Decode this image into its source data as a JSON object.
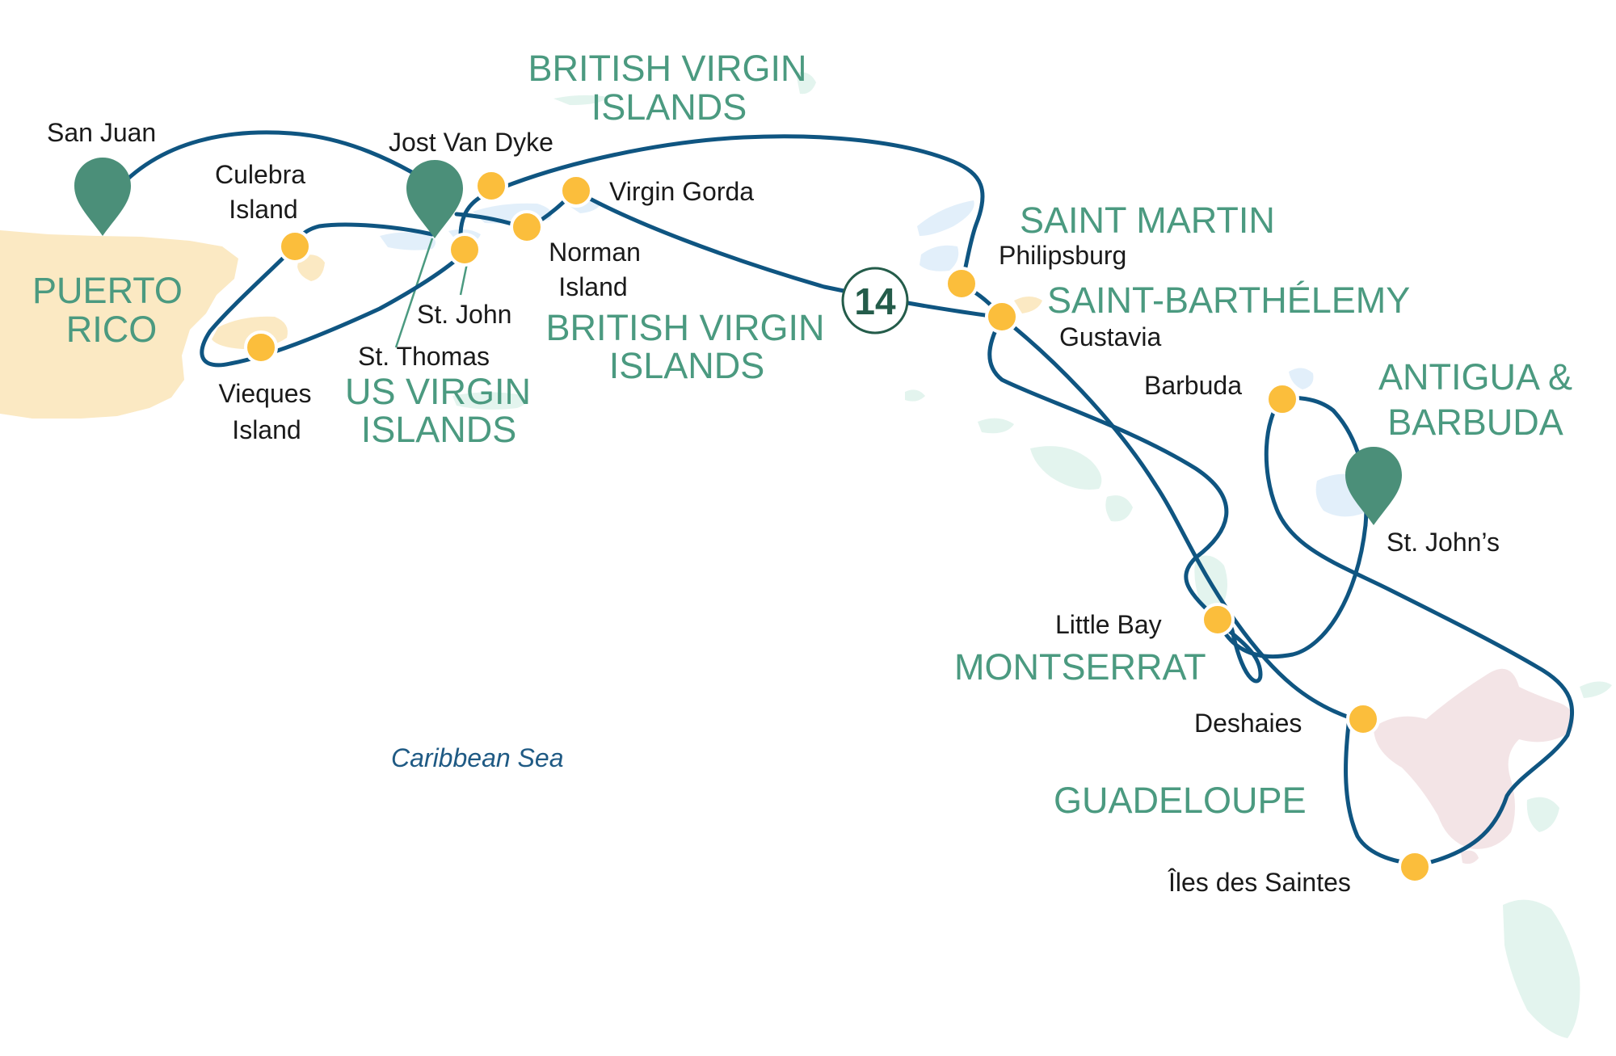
{
  "colors": {
    "route": "#0f5581",
    "port_dot": "#fbbe3c",
    "pin": "#4b8f79",
    "country_label": "#4b9a80",
    "sea_label": "#1f5a84",
    "land_puerto_rico": "#fbe9c3",
    "land_islands": "#e3f4ee",
    "land_highlight": "#e2effa",
    "land_guadeloupe": "#f3e4e6"
  },
  "map": {
    "sea": "Caribbean Sea",
    "nights": "14",
    "countries": {
      "puerto_rico": [
        "PUERTO",
        "RICO"
      ],
      "bvi_top": [
        "BRITISH VIRGIN",
        "ISLANDS"
      ],
      "bvi_bottom": [
        "BRITISH VIRGIN",
        "ISLANDS"
      ],
      "usvi": [
        "US VIRGIN",
        "ISLANDS"
      ],
      "saint_martin": "SAINT MARTIN",
      "saint_barthelemy": "SAINT-BARTHÉLEMY",
      "antigua": [
        "ANTIGUA &",
        "BARBUDA"
      ],
      "montserrat": "MONTSERRAT",
      "guadeloupe": "GUADELOUPE"
    },
    "ports": {
      "san_juan": "San Juan",
      "culebra": [
        "Culebra",
        "Island"
      ],
      "vieques": [
        "Vieques",
        "Island"
      ],
      "jost_van_dyke": "Jost Van Dyke",
      "virgin_gorda": "Virgin Gorda",
      "norman": [
        "Norman",
        "Island"
      ],
      "st_john": "St. John",
      "st_thomas": "St. Thomas",
      "philipsburg": "Philipsburg",
      "gustavia": "Gustavia",
      "barbuda": "Barbuda",
      "st_johns": "St. John’s",
      "little_bay": "Little Bay",
      "deshaies": "Deshaies",
      "iles_des_saintes": "Îles des Saintes"
    }
  }
}
